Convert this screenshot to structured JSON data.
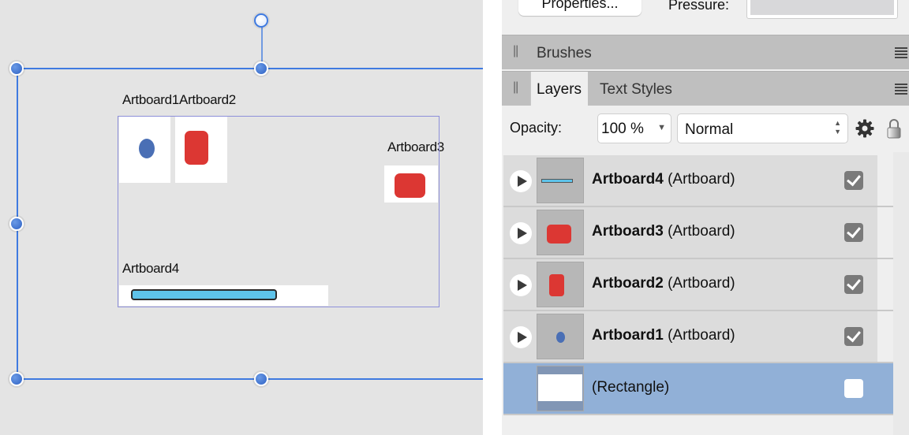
{
  "canvas": {
    "artboards": [
      {
        "name": "Artboard1",
        "label": "Artboard1",
        "shape": "blue-ellipse",
        "color": "#4a6fb5"
      },
      {
        "name": "Artboard2",
        "label": "Artboard2",
        "shape": "red-rounded-rect",
        "color": "#dc3733"
      },
      {
        "name": "Artboard3",
        "label": "Artboard3",
        "shape": "red-rounded-rect",
        "color": "#dc3733"
      },
      {
        "name": "Artboard4",
        "label": "Artboard4",
        "shape": "cyan-bar",
        "color": "#5ec3ea"
      }
    ],
    "selection_color": "#3f7ae0",
    "group_outline_color": "#8d8fd9"
  },
  "top_strip": {
    "properties_button": "Properties...",
    "pressure_label": "Pressure:"
  },
  "brushes_panel": {
    "title": "Brushes"
  },
  "layers_panel": {
    "tabs": [
      {
        "label": "Layers",
        "active": true
      },
      {
        "label": "Text Styles",
        "active": false
      }
    ],
    "opacity_label": "Opacity:",
    "opacity_value": "100 %",
    "blend_mode": "Normal",
    "layers": [
      {
        "name": "Artboard4",
        "type": "(Artboard)",
        "visible": true,
        "expandable": true,
        "selected": false
      },
      {
        "name": "Artboard3",
        "type": "(Artboard)",
        "visible": true,
        "expandable": true,
        "selected": false
      },
      {
        "name": "Artboard2",
        "type": "(Artboard)",
        "visible": true,
        "expandable": true,
        "selected": false
      },
      {
        "name": "Artboard1",
        "type": "(Artboard)",
        "visible": true,
        "expandable": true,
        "selected": false
      },
      {
        "name": "",
        "type": "(Rectangle)",
        "visible": false,
        "expandable": false,
        "selected": true
      }
    ],
    "selected_color": "#91b0d7"
  }
}
